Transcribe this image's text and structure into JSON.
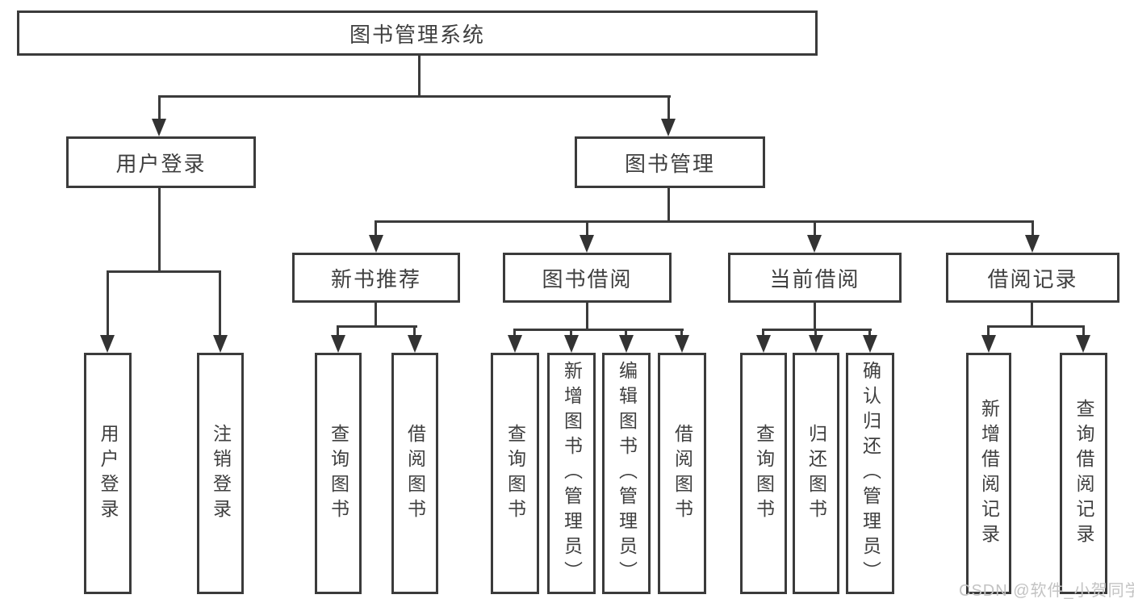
{
  "colors": {
    "line": "#3b3b3b",
    "text": "#3f3f3f",
    "background": "#ffffff",
    "watermark_text": "#c3c3c3"
  },
  "watermark": {
    "text": "CSDN @软件_小贺同学"
  },
  "tree": {
    "root": {
      "label": "图书管理系统",
      "children": [
        {
          "label": "用户登录",
          "children": [
            {
              "label": "用户登录"
            },
            {
              "label": "注销登录"
            }
          ]
        },
        {
          "label": "图书管理",
          "children": [
            {
              "label": "新书推荐",
              "children": [
                {
                  "label": "查询图书"
                },
                {
                  "label": "借阅图书"
                }
              ]
            },
            {
              "label": "图书借阅",
              "children": [
                {
                  "label": "查询图书"
                },
                {
                  "label": "新增图书（管理员）"
                },
                {
                  "label": "编辑图书（管理员）"
                },
                {
                  "label": "借阅图书"
                }
              ]
            },
            {
              "label": "当前借阅",
              "children": [
                {
                  "label": "查询图书"
                },
                {
                  "label": "归还图书"
                },
                {
                  "label": "确认归还（管理员）"
                }
              ]
            },
            {
              "label": "借阅记录",
              "children": [
                {
                  "label": "新增借阅记录"
                },
                {
                  "label": "查询借阅记录"
                }
              ]
            }
          ]
        }
      ]
    }
  }
}
